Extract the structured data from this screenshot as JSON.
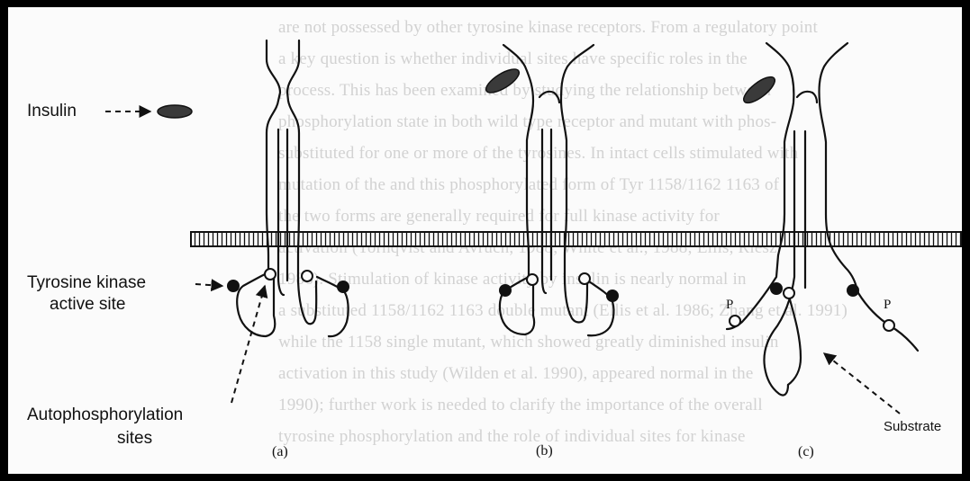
{
  "background_text": [
    "are not possessed by other tyrosine kinase receptors. From a regulatory point",
    "a key question is whether individual sites have specific roles in the",
    "process. This has been examined by studying the relationship between",
    "phosphorylation state in both wild type receptor and mutant with phos-",
    "substituted for one or more of the tyrosines. In intact cells stimulated with",
    "mutation of the and this phosphorylated form of Tyr 1158/1162 1163 of",
    "the two forms are generally required for full kinase activity for",
    "activation (Tornqvist and Avruch, 1988; White et al., 1988; Ellis, Riesz",
    "1986). Stimulation of kinase activity by insulin is nearly normal in",
    "a substituted 1158/1162 1163 double mutant (Ellis et al. 1986; Zhang et al. 1991)",
    "while the 1158 single mutant, which showed greatly diminished insulin",
    "activation in this study (Wilden et al. 1990), appeared normal in the",
    "1990); further work is needed to clarify the importance of the overall",
    "tyrosine phosphorylation and the role of individual sites for kinase"
  ],
  "labels": {
    "insulin": "Insulin",
    "tk_line1": "Tyrosine kinase",
    "tk_line2": "active site",
    "auto_line1": "Autophosphorylation",
    "auto_line2": "sites",
    "substrate": "Substrate",
    "panel_a": "(a)",
    "panel_b": "(b)",
    "panel_c": "(c)",
    "p_left": "P",
    "p_right": "P"
  },
  "colors": {
    "frame": "#000000",
    "paper": "#fbfbfb",
    "ink": "#111111",
    "insulin_fill": "#3a3a3a",
    "background_text": "#d2d2d2"
  }
}
